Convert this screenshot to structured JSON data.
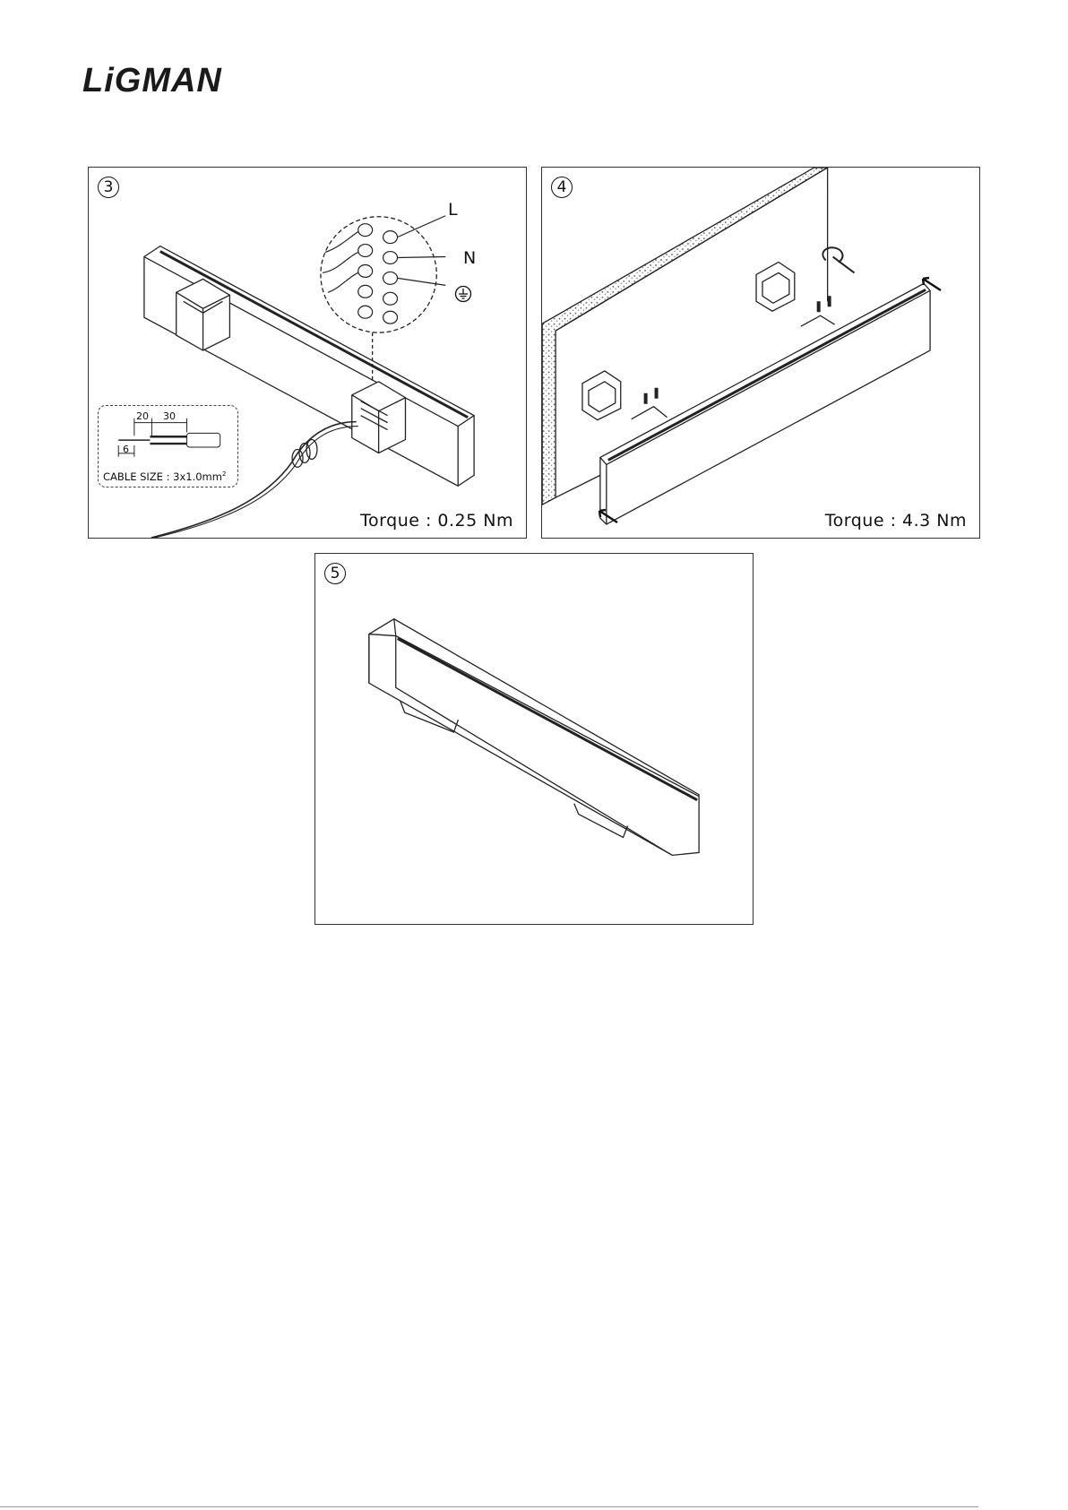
{
  "brand": {
    "logo_text": "LiGMAN"
  },
  "panels": [
    {
      "step": "3",
      "torque": "Torque : 0.25 Nm",
      "wire_labels": {
        "live": "L",
        "neutral": "N"
      },
      "cable": {
        "dim_a": "20",
        "dim_b": "30",
        "dim_c": "6",
        "size_label": "CABLE SIZE : 3x1.0mm",
        "size_sup": "2"
      }
    },
    {
      "step": "4",
      "torque": "Torque : 4.3 Nm"
    },
    {
      "step": "5"
    }
  ],
  "icons": [
    "ground-icon",
    "rotate-arrow-icon",
    "push-arrow-icon"
  ]
}
